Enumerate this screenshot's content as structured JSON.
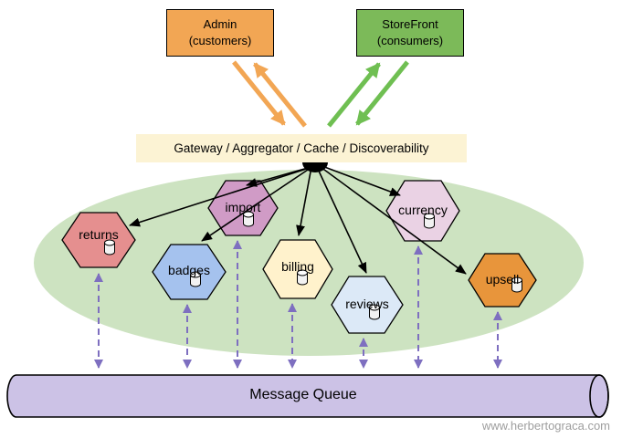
{
  "clients": [
    {
      "label": "Admin",
      "sublabel": "(customers)",
      "color": "#F2A654"
    },
    {
      "label": "StoreFront",
      "sublabel": "(consumers)",
      "color": "#7CBA59"
    }
  ],
  "gateway": {
    "label": "Gateway / Aggregator / Cache / Discoverability",
    "color": "#FCF3D4"
  },
  "platform": {
    "color": "#CDE3C1"
  },
  "services": [
    {
      "label": "returns",
      "color": "#E58F8F",
      "icon": "db-cylinder-icon"
    },
    {
      "label": "import",
      "color": "#D09BC6",
      "icon": "db-cylinder-icon"
    },
    {
      "label": "badges",
      "color": "#A5C2EE",
      "icon": "db-cylinder-icon"
    },
    {
      "label": "billing",
      "color": "#FFF2CC",
      "icon": "db-cylinder-icon"
    },
    {
      "label": "reviews",
      "color": "#DCE9F7",
      "icon": "db-cylinder-icon"
    },
    {
      "label": "currency",
      "color": "#EAD2E4",
      "icon": "db-cylinder-icon"
    },
    {
      "label": "upsell",
      "color": "#E8953B",
      "icon": "db-cylinder-icon"
    }
  ],
  "message_queue": {
    "label": "Message Queue",
    "color": "#CCC2E6"
  },
  "arrows": {
    "admin": "#F2A654",
    "storefront": "#6FBF52",
    "services": "#000000",
    "queue": "#7E6FC0"
  },
  "watermark": "www.herbertograca.com"
}
